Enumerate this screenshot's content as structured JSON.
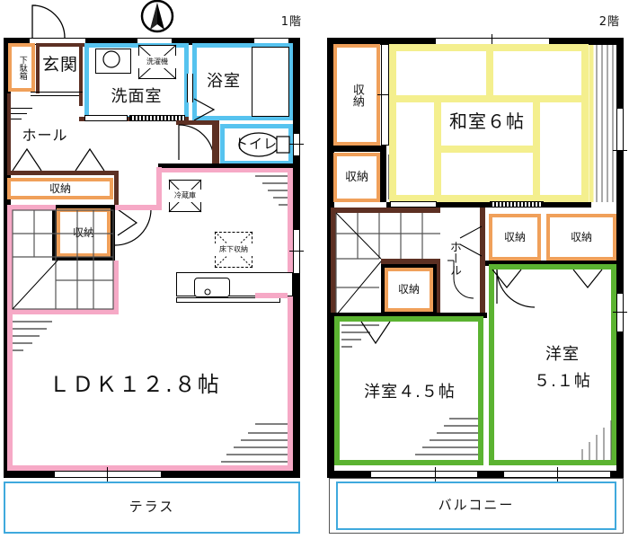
{
  "plan": {
    "floor1_tag": "1階",
    "floor2_tag": "2階",
    "compass": "north-arrow"
  },
  "floor1": {
    "rooms": [
      {
        "key": "ldk",
        "label": "ＬＤＫ１２.８帖"
      },
      {
        "key": "hall",
        "label": "ホール"
      },
      {
        "key": "genkan",
        "label": "玄関"
      },
      {
        "key": "getabako",
        "label": "下駄箱"
      },
      {
        "key": "senmen",
        "label": "洗面室"
      },
      {
        "key": "yokushitsu",
        "label": "浴室"
      },
      {
        "key": "toilet",
        "label": "トイレ"
      },
      {
        "key": "terrace",
        "label": "テラス"
      }
    ],
    "closets": [
      {
        "key": "closet-hall-wide",
        "label": "収納"
      },
      {
        "key": "closet-hall-small",
        "label": "収納"
      }
    ],
    "fixtures": [
      {
        "key": "washing-machine",
        "label": "洗濯機"
      },
      {
        "key": "refrigerator",
        "label": "冷蔵庫"
      },
      {
        "key": "underfloor-storage",
        "label": "床下収納"
      }
    ]
  },
  "floor2": {
    "rooms": [
      {
        "key": "washitsu",
        "label": "和室６帖"
      },
      {
        "key": "yoshitsu45",
        "label": "洋室４.５帖"
      },
      {
        "key": "yoshitsu51_a",
        "label": "洋室"
      },
      {
        "key": "yoshitsu51_b",
        "label": "５.１帖"
      },
      {
        "key": "hall",
        "label": "ホール"
      },
      {
        "key": "balcony",
        "label": "バルコニー"
      }
    ],
    "closets": [
      {
        "key": "closet-nw-tall",
        "label": "収納"
      },
      {
        "key": "closet-w-low",
        "label": "収納"
      },
      {
        "key": "closet-stair",
        "label": "収納"
      },
      {
        "key": "closet-mid",
        "label": "収納"
      },
      {
        "key": "closet-east",
        "label": "収納"
      }
    ]
  },
  "colors": {
    "wall": "#000000",
    "ldk": "#f6a9c6",
    "water": "#3fb8e8",
    "hall": "#6b3b27",
    "tatami": "#f7f2a0",
    "western": "#6cc12f",
    "closet": "#f0a05a",
    "outdoor": "#3fa9dd"
  }
}
